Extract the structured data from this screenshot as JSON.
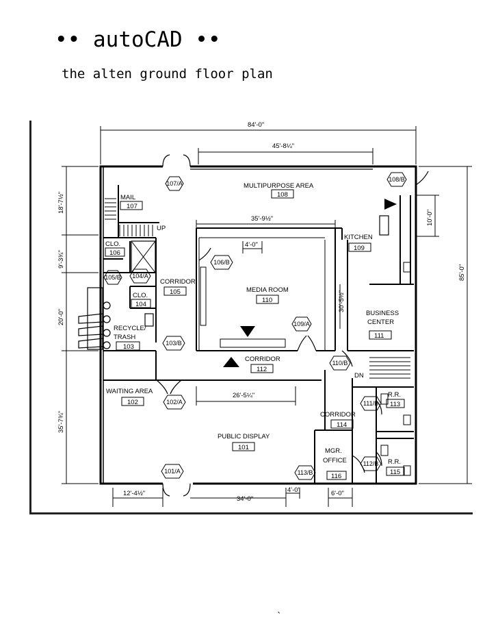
{
  "title": "•• autoCAD ••",
  "subtitle": "the alten ground floor plan",
  "footer_mark": "`",
  "plan": {
    "rooms": [
      {
        "name": "MAIL",
        "number": "107"
      },
      {
        "name": "MULTIPURPOSE AREA",
        "number": "108"
      },
      {
        "name": "CLO.",
        "number": "106"
      },
      {
        "name": "CLO.",
        "number": "104"
      },
      {
        "name": "CORRIDOR",
        "number": "105"
      },
      {
        "name": "MEDIA ROOM",
        "number": "110"
      },
      {
        "name": "KITCHEN",
        "number": "109"
      },
      {
        "name": "BUSINESS",
        "name2": "CENTER",
        "number": "111"
      },
      {
        "name": "RECYCLE/",
        "name2": "TRASH",
        "number": "103"
      },
      {
        "name": "CORRIDOR",
        "number": "112"
      },
      {
        "name": "WAITING AREA",
        "number": "102"
      },
      {
        "name": "R.R.",
        "number": "113"
      },
      {
        "name": "CORRIDOR",
        "number": "114"
      },
      {
        "name": "PUBLIC DISPLAY",
        "number": "101"
      },
      {
        "name": "MGR.",
        "name2": "OFFICE",
        "number": "116"
      },
      {
        "name": "R.R.",
        "number": "115"
      }
    ],
    "door_tags": [
      "107/A",
      "108/B",
      "106/B",
      "105/B",
      "104/A",
      "109/A",
      "103/B",
      "110/B",
      "111/B",
      "102/A",
      "112/B",
      "101/A",
      "113/B"
    ],
    "dimensions": {
      "top_overall": "84'-0\"",
      "top_inner": "45'-8¼\"",
      "media_width": "35'-9½\"",
      "media_small": "4'-0\"",
      "public_width": "26'-5¼\"",
      "bottom_left": "12'-4½\"",
      "bottom_mid": "34'-0\"",
      "bottom_small": "4'-0\"",
      "bottom_right": "6'-0\"",
      "left_1": "18'-7½\"",
      "left_2": "9'-3¾\"",
      "left_3": "20'-0\"",
      "left_4": "35'-7¾\"",
      "right_overall": "85'-0\"",
      "right_small": "10'-0\"",
      "media_height": "30'-5½\""
    },
    "misc": {
      "up": "UP",
      "dn": "DN"
    }
  }
}
